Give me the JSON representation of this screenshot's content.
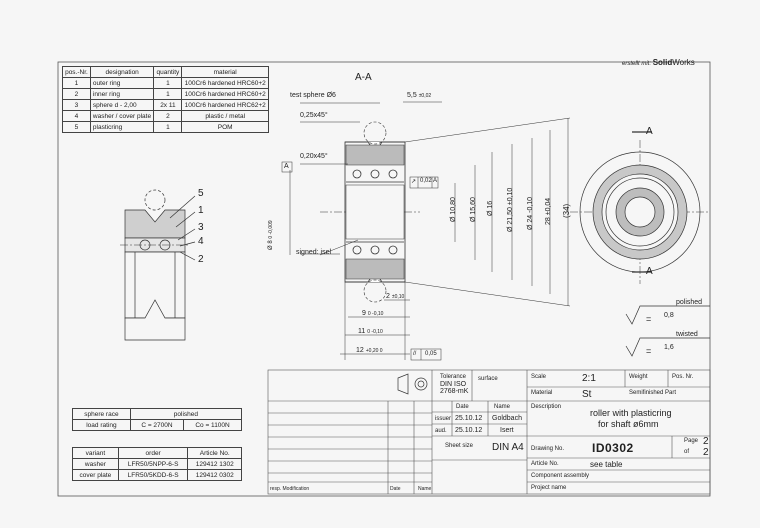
{
  "header": {
    "created_with": "erstellt mit:",
    "brand_bold": "Solid",
    "brand_rest": "Works"
  },
  "parts_table": {
    "headers": [
      "pos.-Nr.",
      "designation",
      "quantity",
      "material"
    ],
    "rows": [
      [
        "1",
        "outer ring",
        "1",
        "100Cr6 hardened HRC60+2"
      ],
      [
        "2",
        "inner ring",
        "1",
        "100Cr6 hardened HRC60+2"
      ],
      [
        "3",
        "sphere d - 2,00",
        "2x 11",
        "100Cr6 hardened HRC62+2"
      ],
      [
        "4",
        "washer / cover plate",
        "2",
        "plastic / metal"
      ],
      [
        "5",
        "plasticring",
        "1",
        "POM"
      ]
    ]
  },
  "section": {
    "title": "A-A",
    "test_sphere": "test sphere Ø6",
    "dim_5_5": "5,5",
    "tol_5_5": "±0,02",
    "chamfer_1": "0,25x45°",
    "chamfer_2": "0,20x45°",
    "datum": "A",
    "runout_sym": "↗",
    "runout_val": "0,02",
    "runout_datum": "A",
    "shaft_dia": "Ø 8",
    "shaft_tol": "0 -0,009",
    "signed": "signed: isel",
    "dims_vertical": [
      "Ø 10,80",
      "Ø 15,60",
      "Ø 16",
      "Ø 21,50 ±0,10",
      "Ø 24 -0,10",
      "28 ±0,04",
      "(34)"
    ],
    "dim_2": "2",
    "tol_2": "±0,10",
    "dim_9": "9",
    "tol_9": "0 -0,10",
    "dim_11": "11",
    "tol_11": "0 -0,10",
    "dim_12": "12",
    "tol_12": "+0,20 0",
    "parallel_sym": "//",
    "parallel_val": "0,05"
  },
  "side_view": {
    "section_label": "A"
  },
  "assembly_view": {
    "callouts": [
      "5",
      "1",
      "3",
      "4",
      "2"
    ]
  },
  "surface_symbols": [
    {
      "eq": "=",
      "value": "0,8",
      "label": "polished"
    },
    {
      "eq": "=",
      "value": "1,6",
      "label": "twisted"
    }
  ],
  "spec_table": {
    "rows": [
      [
        "sphere race",
        "polished",
        ""
      ],
      [
        "load rating",
        "C = 2700N",
        "Co = 1100N"
      ]
    ]
  },
  "variant_table": {
    "headers": [
      "variant",
      "order",
      "Article No."
    ],
    "rows": [
      [
        "washer",
        "LFR50/5NPP-6-S",
        "129412 1302"
      ],
      [
        "cover plate",
        "LFR50/5KDD-6-S",
        "129412 0302"
      ]
    ]
  },
  "title_block": {
    "tolerance_label": "Tolerance",
    "tolerance_value": "DIN ISO 2768-mK",
    "surface_label": "surface",
    "scale_label": "Scale",
    "scale_value": "2:1",
    "weight_label": "Weight",
    "pos_label": "Pos. Nr.",
    "material_label": "Material",
    "material_value": "St",
    "semifinished_label": "Semifinished Part",
    "date_label": "Date",
    "name_label": "Name",
    "issuer_label": "issuer",
    "issuer_date": "25.10.12",
    "issuer_name": "Goldbach",
    "aud_label": "aud.",
    "aud_date": "25.10.12",
    "aud_name": "Isert",
    "description_label": "Description",
    "description_line1": "roller with plasticring",
    "description_line2": "for shaft ø6mm",
    "sheet_size_label": "Sheet size",
    "sheet_size_value": "DIN A4",
    "drawing_no_label": "Drawing No.",
    "drawing_no_value": "ID0302",
    "page_label": "Page",
    "page_value": "2",
    "of_label": "of",
    "of_value": "2",
    "article_label": "Article No.",
    "article_value": "see table",
    "component_label": "Component assembly",
    "project_label": "Project name",
    "rev_label": "resp. Modification",
    "rev_date_label": "Date",
    "rev_name_label": "Name"
  }
}
